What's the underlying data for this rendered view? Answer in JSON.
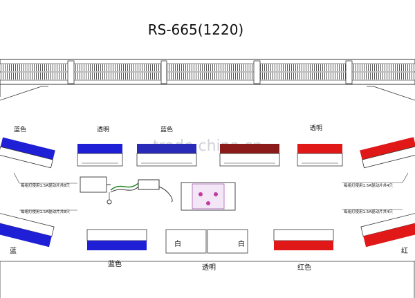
{
  "title": "RS-665(1220)",
  "watermark": "trade.china.cn",
  "labels": {
    "blue": "蓝色",
    "clear": "透明",
    "red": "红色",
    "white": "白",
    "blue_short": "蓝",
    "red_short": "红"
  },
  "notes": {
    "left_top": "每组灯使用1.5A驱动片共8只",
    "left_bottom": "每组灯使用1.5A驱动片共8只",
    "right_top": "每组灯使用1.5A驱动片共4只",
    "right_bottom": "每组灯使用1.5A驱动片共4只"
  },
  "colors": {
    "blue": "#1f1fd6",
    "red": "#e01818",
    "dark_red": "#8b1a1a",
    "line": "#222222"
  }
}
